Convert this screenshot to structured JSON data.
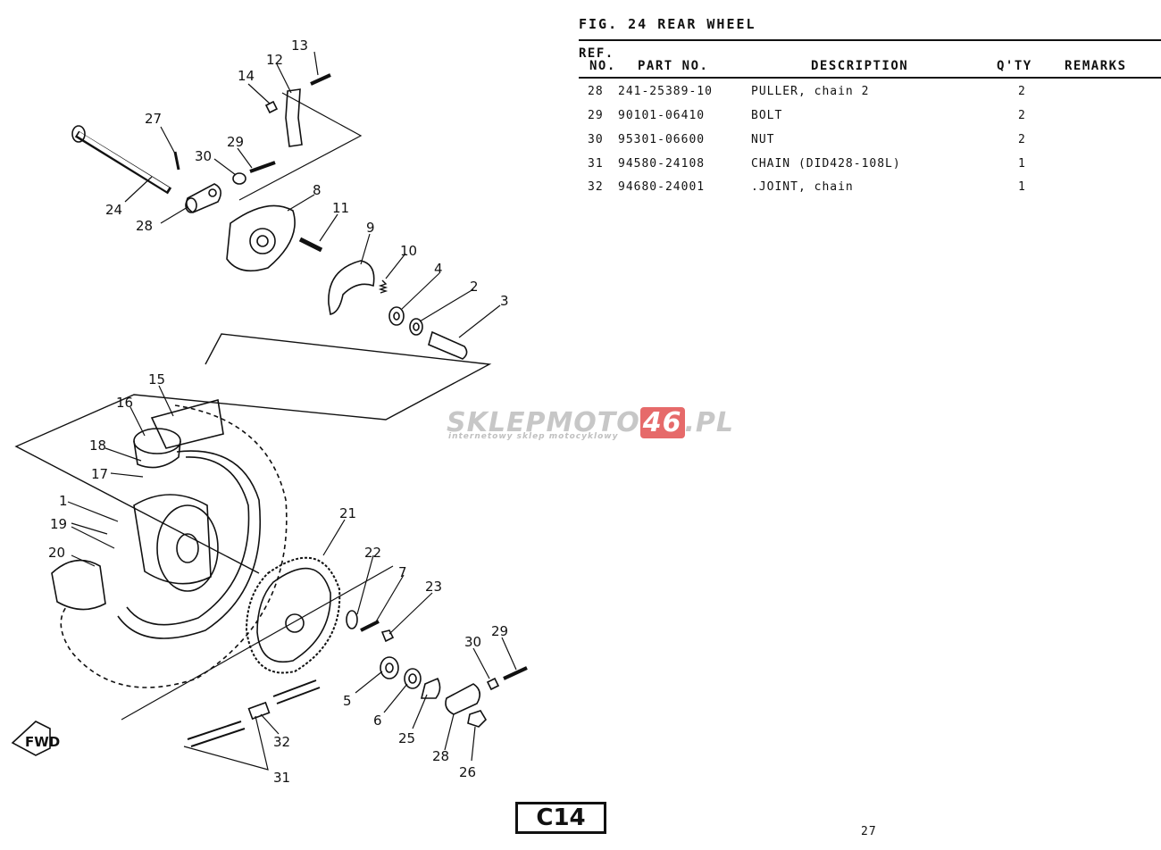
{
  "figure": {
    "title": "FIG. 24  REAR WHEEL"
  },
  "table": {
    "headers": {
      "ref_line1": "REF.",
      "ref_line2": "NO.",
      "part_no": "PART NO.",
      "description": "DESCRIPTION",
      "qty": "Q'TY",
      "remarks": "REMARKS"
    },
    "rows": [
      {
        "ref": "28",
        "part_no": "241-25389-10",
        "description": "PULLER, chain 2",
        "qty": "2",
        "remarks": ""
      },
      {
        "ref": "29",
        "part_no": "90101-06410",
        "description": "BOLT",
        "qty": "2",
        "remarks": ""
      },
      {
        "ref": "30",
        "part_no": "95301-06600",
        "description": "NUT",
        "qty": "2",
        "remarks": ""
      },
      {
        "ref": "31",
        "part_no": "94580-24108",
        "description": "CHAIN (DID428-108L)",
        "qty": "1",
        "remarks": ""
      },
      {
        "ref": "32",
        "part_no": "94680-24001",
        "description": ".JOINT, chain",
        "qty": "1",
        "remarks": ""
      }
    ]
  },
  "diagram": {
    "callouts": [
      "13",
      "14",
      "12",
      "27",
      "29",
      "30",
      "24",
      "28",
      "8",
      "11",
      "9",
      "10",
      "4",
      "2",
      "3",
      "15",
      "16",
      "18",
      "17",
      "1",
      "19",
      "20",
      "21",
      "22",
      "7",
      "23",
      "30",
      "29",
      "5",
      "6",
      "25",
      "28",
      "26",
      "32",
      "31"
    ],
    "direction_label": "FWD"
  },
  "watermark": {
    "brand_prefix": "SKLEPMOTO",
    "brand_number": "46",
    "brand_suffix": ".PL",
    "tagline": "internetowy sklep motocyklowy"
  },
  "footer": {
    "page_code": "C14",
    "page_number": "27"
  }
}
